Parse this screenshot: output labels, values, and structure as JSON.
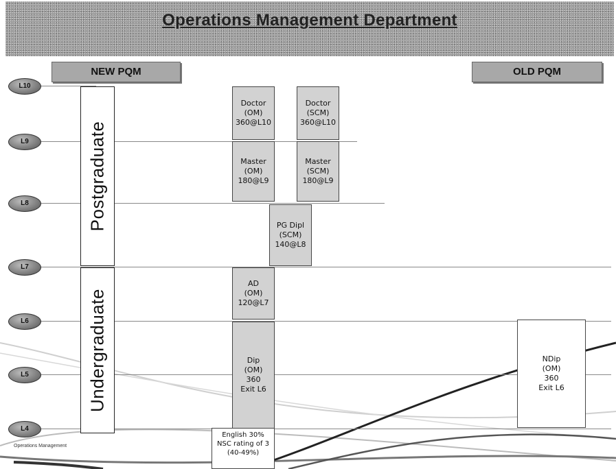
{
  "header": {
    "title": "Operations Management Department"
  },
  "pqm": {
    "new_label": "NEW PQM",
    "old_label": "OLD PQM"
  },
  "levels": [
    "L10",
    "L9",
    "L8",
    "L7",
    "L6",
    "L5",
    "L4"
  ],
  "bands": {
    "postgraduate": "Postgraduate",
    "undergraduate": "Undergraduate"
  },
  "qualifications": {
    "doctor_om": [
      "Doctor",
      "(OM)",
      "360@L10"
    ],
    "doctor_scm": [
      "Doctor",
      "(SCM)",
      "360@L10"
    ],
    "master_om": [
      "Master",
      "(OM)",
      "180@L9"
    ],
    "master_scm": [
      "Master",
      "(SCM)",
      "180@L9"
    ],
    "pgdipl_scm": [
      "PG Dipl",
      "(SCM)",
      "140@L8"
    ],
    "ad_om": [
      "AD",
      "(OM)",
      "120@L7"
    ],
    "dip_om": [
      "Dip",
      "(OM)",
      "360",
      "Exit L6"
    ],
    "ndip_om": [
      "NDip",
      "(OM)",
      "360",
      "Exit L6"
    ]
  },
  "entry_requirement": "English 30% NSC rating of 3 (40-49%)",
  "footer": {
    "text": "Operations Management"
  }
}
